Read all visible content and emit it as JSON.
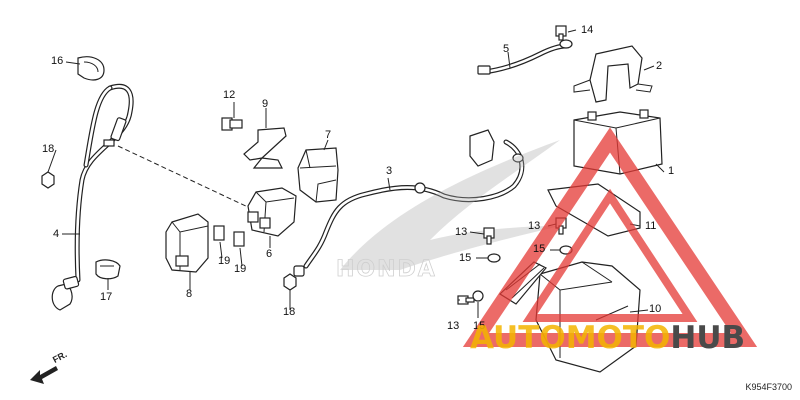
{
  "diagram": {
    "code": "K954F3700",
    "front_marker": "FR.",
    "callouts": [
      {
        "id": "c1",
        "label": "1"
      },
      {
        "id": "c2",
        "label": "2"
      },
      {
        "id": "c3",
        "label": "3"
      },
      {
        "id": "c4",
        "label": "4"
      },
      {
        "id": "c5",
        "label": "5"
      },
      {
        "id": "c6",
        "label": "6"
      },
      {
        "id": "c7",
        "label": "7"
      },
      {
        "id": "c8",
        "label": "8"
      },
      {
        "id": "c9",
        "label": "9"
      },
      {
        "id": "c10",
        "label": "10"
      },
      {
        "id": "c11",
        "label": "11"
      },
      {
        "id": "c12",
        "label": "12"
      },
      {
        "id": "c13a",
        "label": "13"
      },
      {
        "id": "c13b",
        "label": "13"
      },
      {
        "id": "c13c",
        "label": "13"
      },
      {
        "id": "c14",
        "label": "14"
      },
      {
        "id": "c15a",
        "label": "15"
      },
      {
        "id": "c15b",
        "label": "15"
      },
      {
        "id": "c15c",
        "label": "15"
      },
      {
        "id": "c16",
        "label": "16"
      },
      {
        "id": "c17",
        "label": "17"
      },
      {
        "id": "c18a",
        "label": "18"
      },
      {
        "id": "c18b",
        "label": "18"
      },
      {
        "id": "c19a",
        "label": "19"
      },
      {
        "id": "c19b",
        "label": "19"
      }
    ],
    "watermark": {
      "part1": "AUTOMOTO",
      "part2": "HUB",
      "color_primary": "#f4b400",
      "color_secondary": "#4a4a4a",
      "triangle_color": "#e53935"
    }
  }
}
